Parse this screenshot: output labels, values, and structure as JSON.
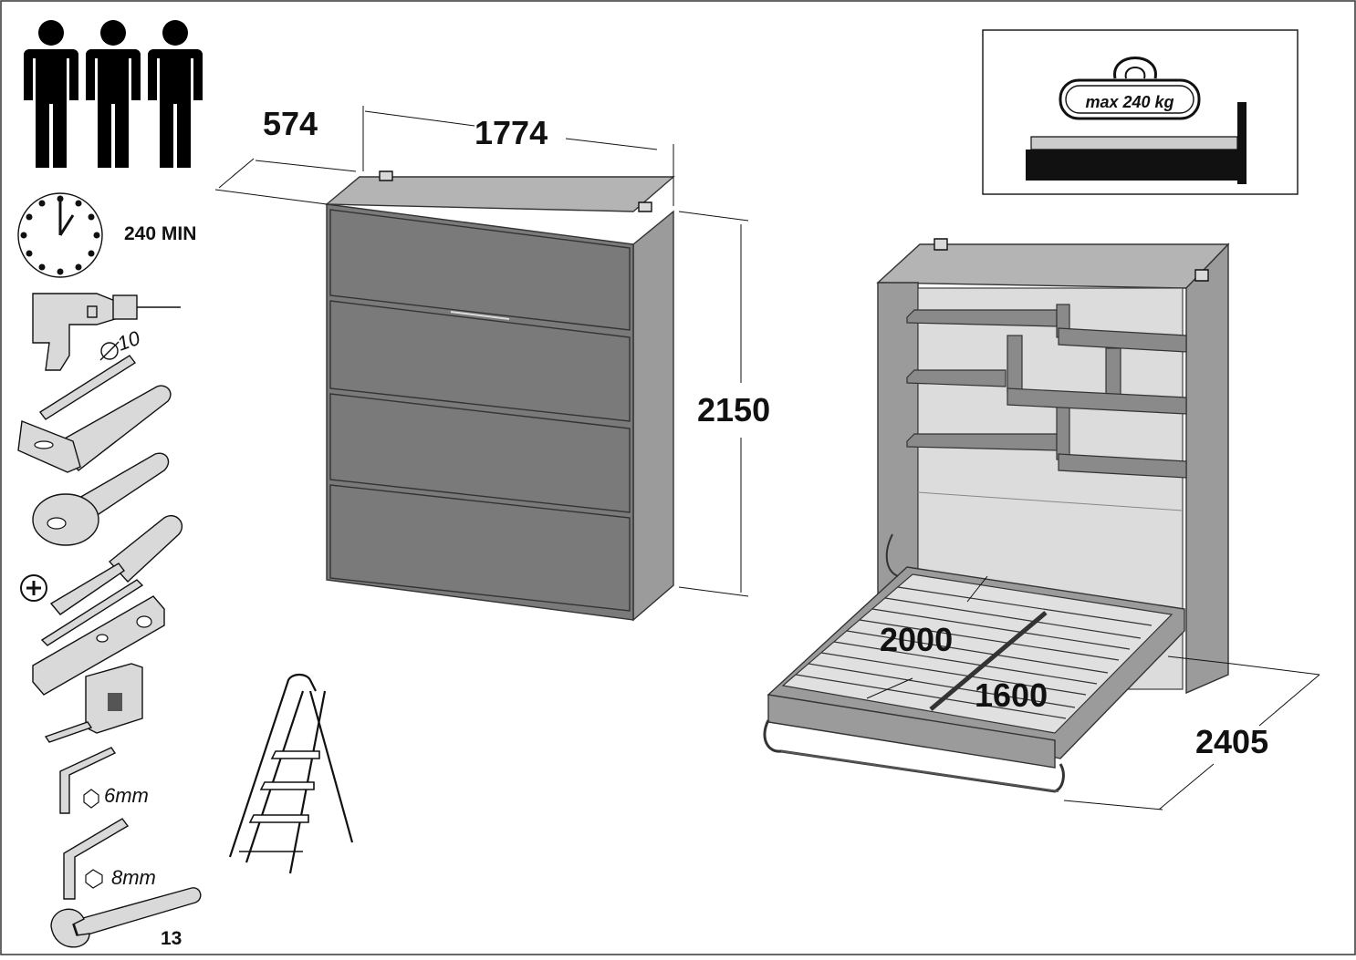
{
  "header": {
    "persons_icon": "three-persons-icon",
    "time_label": "240 MIN"
  },
  "tools": {
    "drill_bit_label": "10",
    "hex_key_small_label": "6mm",
    "hex_key_large_label": "8mm",
    "wrench_label": "13"
  },
  "weight_box": {
    "label": "max 240 kg"
  },
  "cabinet_dimensions": {
    "depth": "574",
    "width": "1774",
    "height": "2150"
  },
  "bed_dimensions": {
    "length": "2000",
    "width": "1600",
    "depth_open": "2405"
  },
  "colors": {
    "panel": "#7a7a7a",
    "line": "#111111",
    "background": "#ffffff"
  }
}
